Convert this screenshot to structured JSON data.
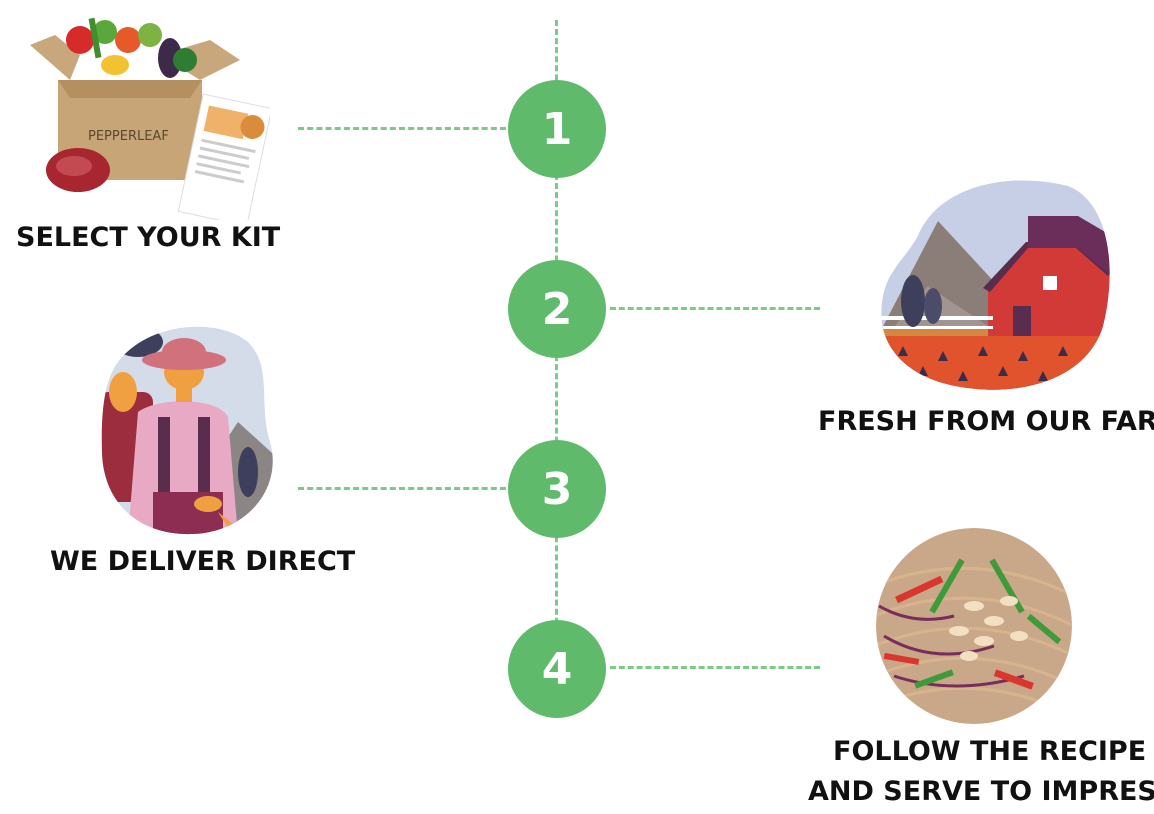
{
  "steps": [
    {
      "number": "1",
      "label": "SELECT YOUR KIT"
    },
    {
      "number": "2",
      "label": "FRESH FROM OUR FARM"
    },
    {
      "number": "3",
      "label": "WE DELIVER DIRECT"
    },
    {
      "number": "4",
      "label_line1": "FOLLOW THE RECIPE",
      "label_line2": "AND SERVE TO IMPRESS"
    }
  ],
  "box_brand": "PEPPERLEAF",
  "colors": {
    "accent_green": "#5fbb6b",
    "dash_green": "#7cc98a",
    "text": "#111111"
  },
  "icons": [
    "meal-kit-box-illustration",
    "farm-barn-illustration",
    "farmer-delivery-illustration",
    "noodle-dish-illustration"
  ]
}
